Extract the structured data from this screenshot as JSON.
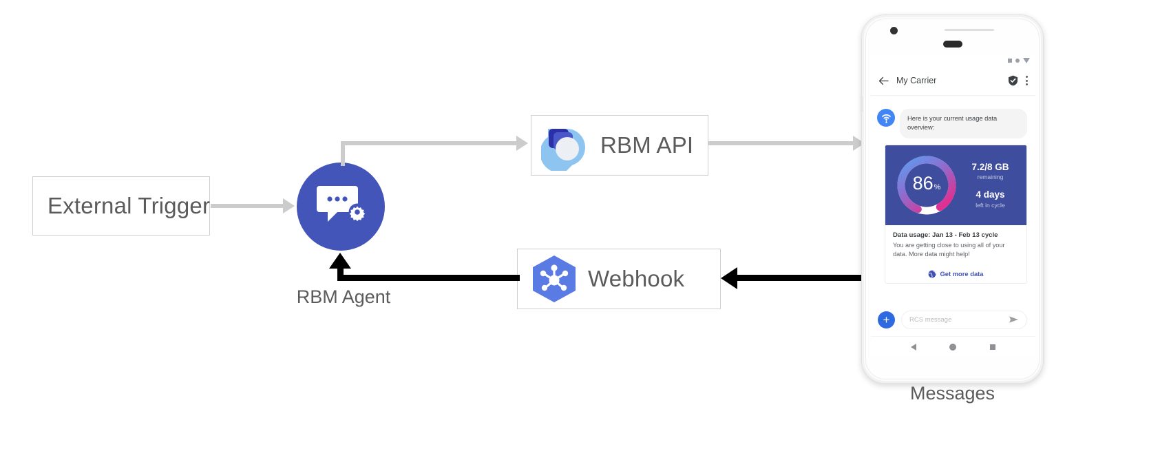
{
  "diagram": {
    "nodes": {
      "external_trigger": {
        "label": "External Trigger"
      },
      "rbm_agent": {
        "label": "RBM Agent",
        "icon": "chat-gear-icon",
        "color": "#4355b9"
      },
      "rbm_api": {
        "label": "RBM API",
        "icon": "rbm-api-droplet-icon"
      },
      "webhook": {
        "label": "Webhook",
        "icon": "webhook-hexagon-icon",
        "color": "#5a7ae4"
      },
      "messages": {
        "label": "Messages"
      }
    },
    "colors": {
      "arrow_grey": "#cccccc",
      "arrow_black": "#000000",
      "box_border": "#cfcfcf",
      "agent_blue": "#4355b9",
      "webhook_blue": "#5a7ae4",
      "card_indigo": "#3f4d9e",
      "link_blue": "#3f51b5"
    }
  },
  "phone": {
    "status_bar": {
      "icons": [
        "square-icon",
        "circle-icon",
        "triangle-icon"
      ]
    },
    "header": {
      "back_icon": "back-arrow-icon",
      "title": "My Carrier",
      "verified_icon": "verified-shield-icon",
      "menu_icon": "overflow-menu-icon"
    },
    "conversation": {
      "avatar_icon": "cell-tower-icon",
      "intro_message": "Here is your current usage data overview:",
      "card": {
        "gauge": {
          "value": "86",
          "unit": "%",
          "percent": 86
        },
        "stats": [
          {
            "primary": "7.2/8 GB",
            "secondary": "remaining"
          },
          {
            "primary": "4 days",
            "secondary": "left in cycle"
          }
        ],
        "title": "Data usage: Jan 13 - Feb 13 cycle",
        "description": "You are getting close to using all of your data. More data might help!",
        "action": {
          "icon": "globe-icon",
          "label": "Get more data"
        }
      }
    },
    "composer": {
      "add_button": "+",
      "placeholder": "RCS message",
      "send_icon": "send-icon"
    },
    "navigation": {
      "back": "nav-back-icon",
      "home": "nav-home-icon",
      "recents": "nav-recents-icon"
    }
  }
}
